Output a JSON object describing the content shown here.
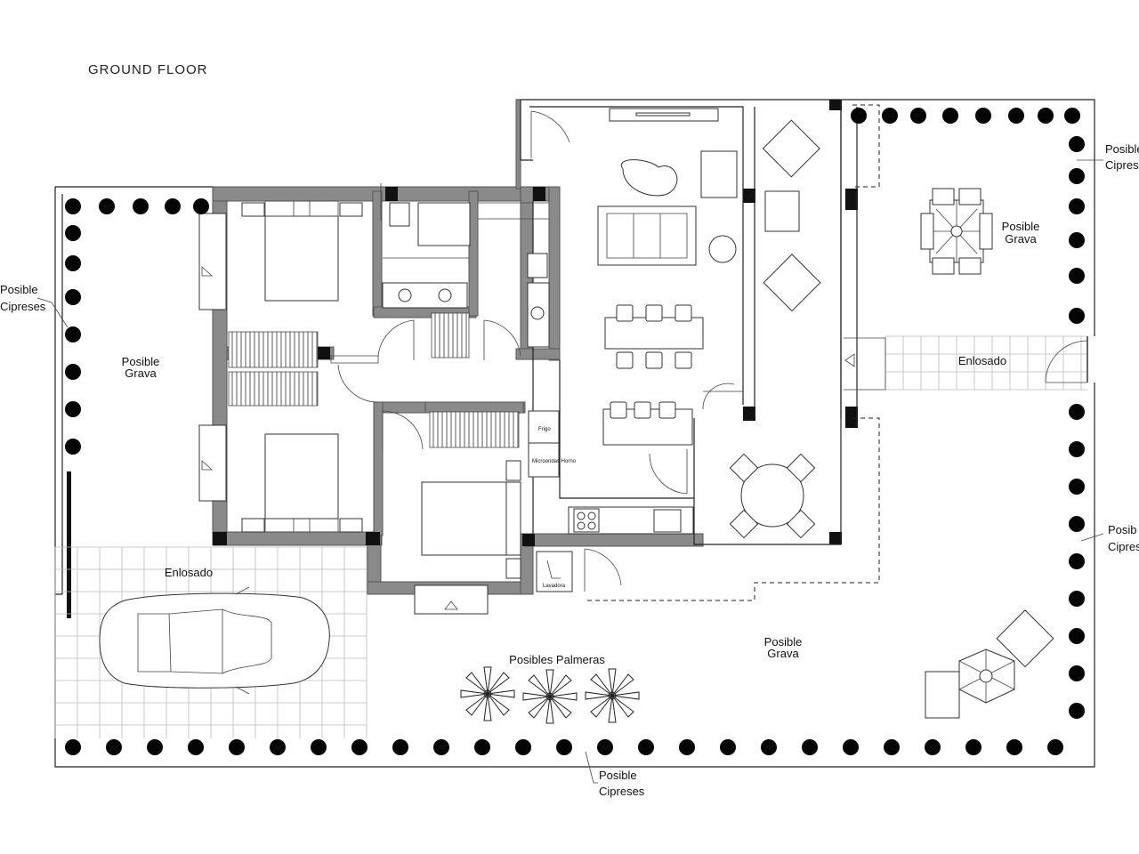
{
  "title": "GROUND FLOOR",
  "labels": {
    "cypress_top_right_1": "Posible",
    "cypress_top_right_2": "Cipres",
    "cypress_left_1": "Posible",
    "cypress_left_2": "Cipreses",
    "cypress_right_1": "Posib",
    "cypress_right_2": "Cipres",
    "cypress_bottom_1": "Posible",
    "cypress_bottom_2": "Cipreses",
    "gravel_left_1": "Posible",
    "gravel_left_2": "Grava",
    "gravel_top_right_1": "Posible",
    "gravel_top_right_2": "Grava",
    "gravel_bottom_1": "Posible",
    "gravel_bottom_2": "Grava",
    "paving_left": "Enlosado",
    "paving_right": "Enlosado",
    "palms": "Posibles Palmeras",
    "fridge": "Frigo",
    "microwave_oven": "Microondas Horno",
    "laundry": "Lavadora"
  }
}
